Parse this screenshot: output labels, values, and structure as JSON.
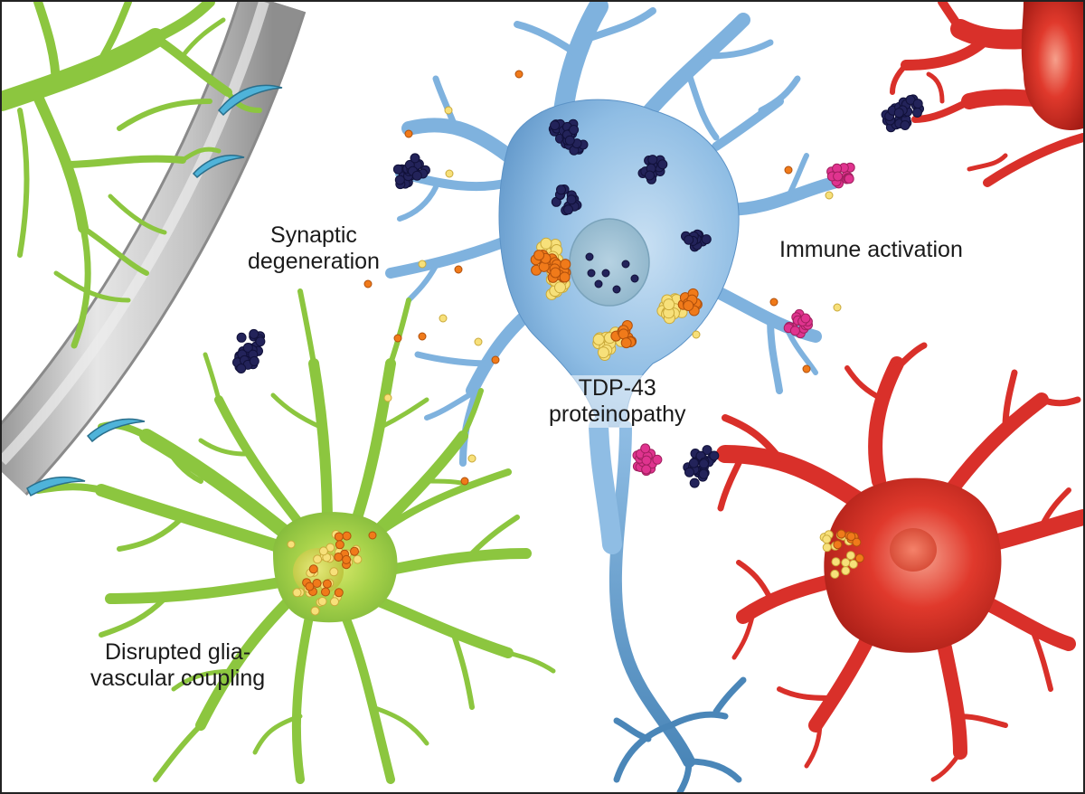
{
  "labels": {
    "synaptic": [
      "Synaptic",
      "degeneration"
    ],
    "immune": "Immune activation",
    "tdp43": [
      "TDP-43",
      "proteinopathy"
    ],
    "glia": [
      "Disrupted glia-",
      "vascular coupling"
    ]
  },
  "colors": {
    "astrocyte": "#8cc63f",
    "astrocyte_dark": "#5e9a1f",
    "neuron": "#7fb2de",
    "neuron_dark": "#4f86bd",
    "microglia": "#d9302a",
    "microglia_dark": "#9e1a14",
    "vessel": "#c8c8c8",
    "endfoot": "#4fb3d9",
    "aggregate_dark": "#23235a",
    "aggregate_pink": "#e0338f",
    "aggregate_orange": "#f07a1a",
    "aggregate_yellow": "#f7e07a"
  }
}
